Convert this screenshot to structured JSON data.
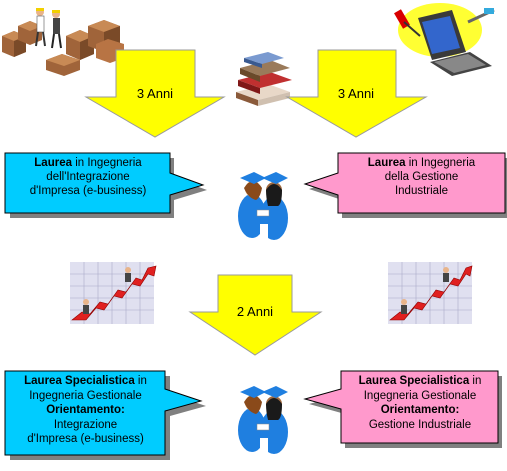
{
  "colors": {
    "arrow_fill": "#ffff00",
    "arrow_stroke": "#9a9a9a",
    "left_box_fill": "#00ccff",
    "right_box_fill": "#ff99cc",
    "shadow": "#808080"
  },
  "arrows": {
    "top_left_label": "3 Anni",
    "top_right_label": "3 Anni",
    "middle_label": "2 Anni"
  },
  "laurea_left": {
    "bold": "Laurea",
    "line1_rest": " in Ingegneria",
    "line2": "dell'Integrazione",
    "line3": "d'Impresa (e-business)"
  },
  "laurea_right": {
    "bold": "Laurea",
    "line1_rest": " in Ingegneria",
    "line2": "della Gestione",
    "line3": "Industriale"
  },
  "spec_left": {
    "bold1": "Laurea Specialistica",
    "line1_rest": " in",
    "line2": "Ingegneria Gestionale",
    "bold2": "Orientamento:",
    "line4": "Integrazione",
    "line5": "d'Impresa (e-business)"
  },
  "spec_right": {
    "bold1": "Laurea Specialistica",
    "line1_rest": " in",
    "line2": "Ingegneria Gestionale",
    "bold2": "Orientamento:",
    "line4": "Gestione  Industriale"
  },
  "icons": {
    "top_left": "warehouse-workers-icon",
    "top_right": "computer-icon",
    "top_center": "books-icon",
    "graduates": "graduates-icon",
    "growth_chart": "growth-chart-icon"
  }
}
